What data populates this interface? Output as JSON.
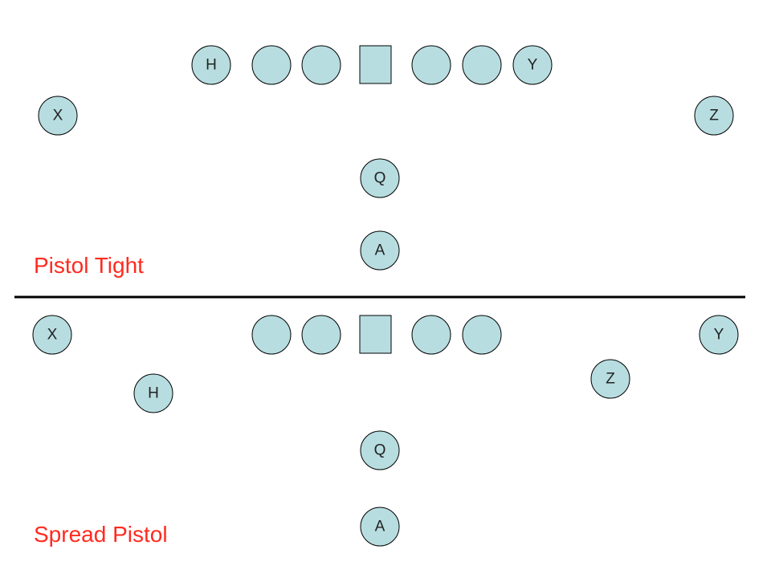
{
  "colors": {
    "player_fill": "#b7dde0",
    "player_stroke": "#000000",
    "title": "#ff2a1f",
    "divider": "#000000"
  },
  "formations": [
    {
      "title": "Pistol Tight",
      "players": [
        {
          "role": "H"
        },
        {
          "role": ""
        },
        {
          "role": ""
        },
        {
          "role": "center",
          "shape": "square"
        },
        {
          "role": ""
        },
        {
          "role": ""
        },
        {
          "role": "Y"
        },
        {
          "role": "X"
        },
        {
          "role": "Z"
        },
        {
          "role": "Q"
        },
        {
          "role": "A"
        }
      ]
    },
    {
      "title": "Spread Pistol",
      "players": [
        {
          "role": "X"
        },
        {
          "role": ""
        },
        {
          "role": ""
        },
        {
          "role": "center",
          "shape": "square"
        },
        {
          "role": ""
        },
        {
          "role": ""
        },
        {
          "role": "Y"
        },
        {
          "role": "H"
        },
        {
          "role": "Z"
        },
        {
          "role": "Q"
        },
        {
          "role": "A"
        }
      ]
    }
  ]
}
